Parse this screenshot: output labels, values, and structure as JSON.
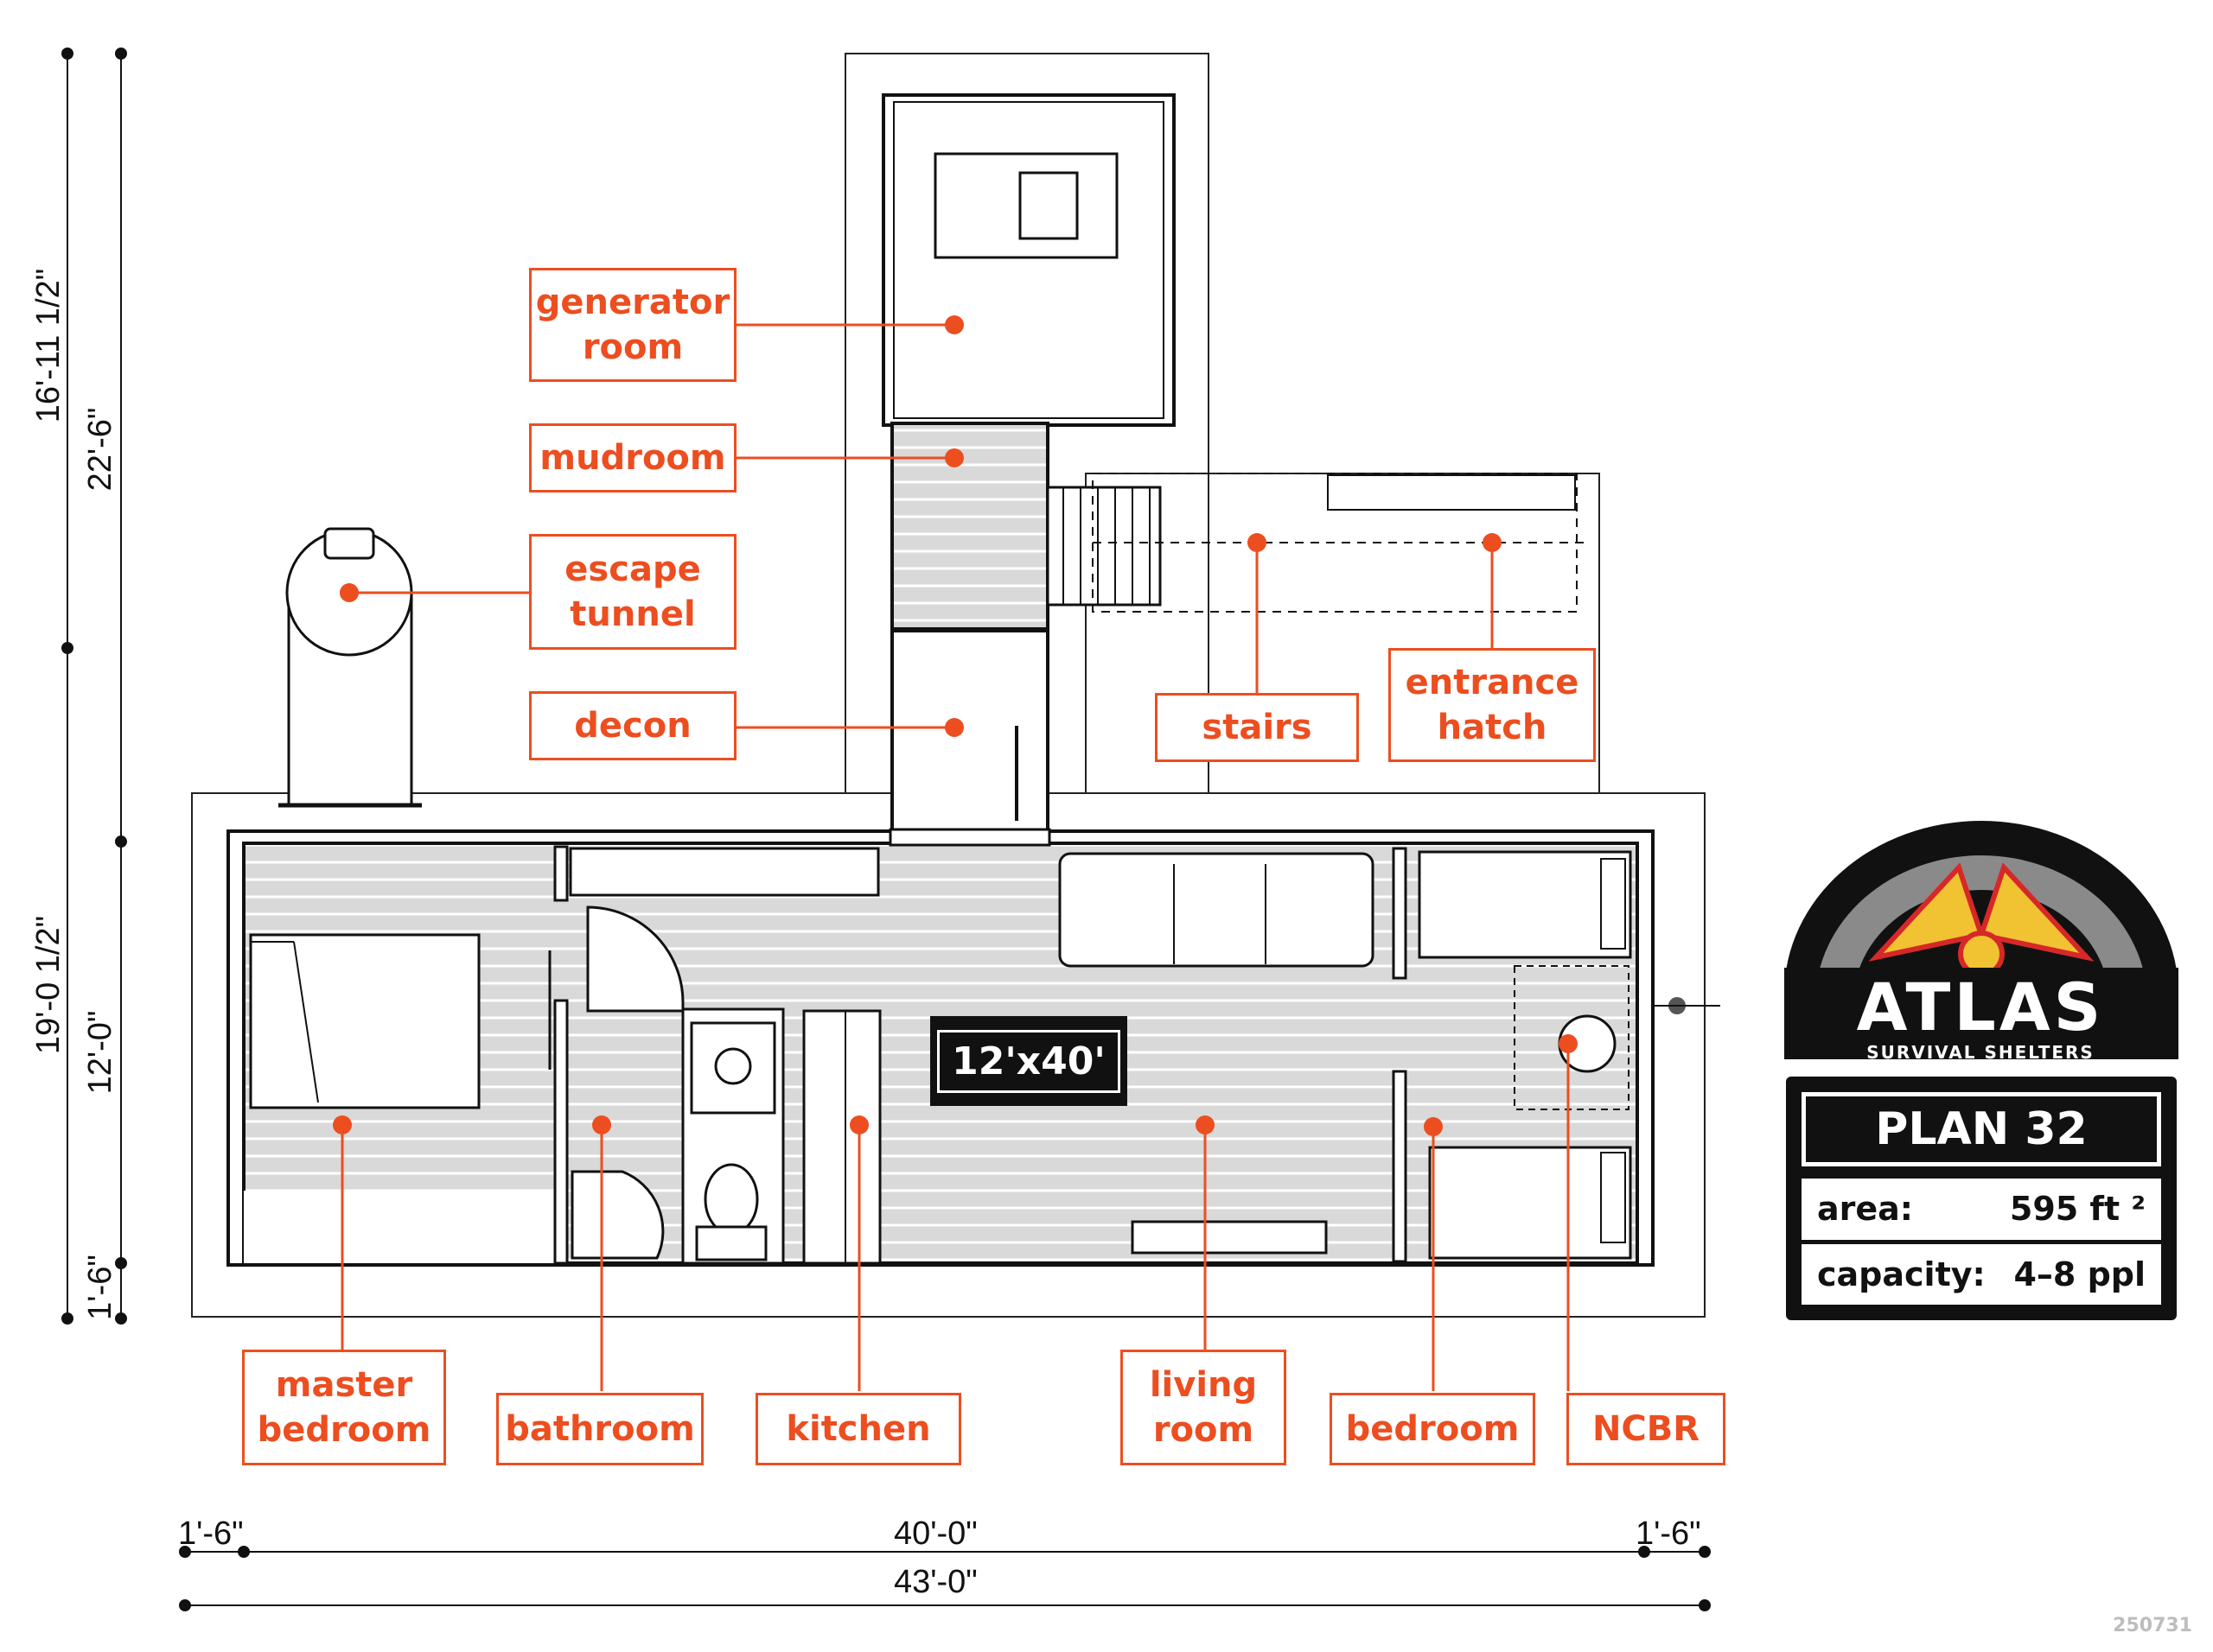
{
  "plan": {
    "size_label": "12'x40'",
    "colors": {
      "accent": "#ec4e20",
      "floor": "#d9d9d9",
      "ink": "#111111",
      "logo_yellow": "#f1c232",
      "logo_red": "#d62828",
      "logo_gray": "#8a8a8a"
    }
  },
  "labels": {
    "generator": [
      "generator",
      "room"
    ],
    "mudroom": [
      "mudroom"
    ],
    "escape": [
      "escape",
      "tunnel"
    ],
    "decon": [
      "decon"
    ],
    "stairs": [
      "stairs"
    ],
    "hatch": [
      "entrance",
      "hatch"
    ],
    "master": [
      "master",
      "bedroom"
    ],
    "bathroom": [
      "bathroom"
    ],
    "kitchen": [
      "kitchen"
    ],
    "living": [
      "living",
      "room"
    ],
    "bedroom": [
      "bedroom"
    ],
    "ncbr": [
      "NCBR"
    ]
  },
  "dims": {
    "left_outer_top": "16'-11 1/2\"",
    "left_outer_bottom": "19'-0 1/2\"",
    "left_inner_top": "22'-6\"",
    "left_inner_mid": "12'-0\"",
    "left_inner_bottom": "1'-6\"",
    "bottom_left": "1'-6\"",
    "bottom_mid": "40'-0\"",
    "bottom_right": "1'-6\"",
    "bottom_total": "43'-0\""
  },
  "logo": {
    "name": "ATLAS",
    "tagline": "SURVIVAL SHELTERS"
  },
  "spec_card": {
    "title": "PLAN 32",
    "area_label": "area:",
    "area_value": "595 ft ²",
    "capacity_label": "capacity:",
    "capacity_value": "4–8 ppl"
  },
  "image_id": "250731"
}
